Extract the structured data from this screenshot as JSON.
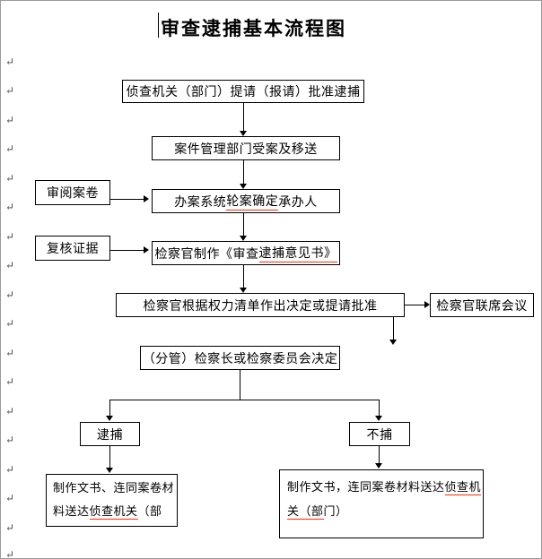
{
  "page": {
    "title": "审查逮捕基本流程图",
    "paragraph_mark": "↵"
  },
  "colors": {
    "box_border": "#000000",
    "spellcheck_underline": "#ff2a00",
    "page_border": "#9a9a9a"
  },
  "flow": {
    "box1": {
      "text": "侦查机关（部门）提请（报请）批准逮捕"
    },
    "box2": {
      "text": "案件管理部门受案及移送"
    },
    "box3": {
      "pre": "办案系统",
      "flagged": "轮案确定",
      "post": "承办人"
    },
    "box4": {
      "pre": "检察官制作《审查",
      "flagged": "逮捕意见书》"
    },
    "box5": {
      "text": "检察官根据权力清单作出决定或提请批准"
    },
    "meeting": {
      "text": "检察官联席会议"
    },
    "box6": {
      "text": "（分管）检察长或检察委员会决定"
    },
    "review": {
      "text": "审阅案卷"
    },
    "verify": {
      "text": "复核证据"
    },
    "arrest": {
      "text": "逮捕"
    },
    "no_arrest": {
      "text": "不捕"
    },
    "bottom_left": {
      "line1": "制作文书、连同案卷材",
      "line2_pre": "料送达",
      "line2_flagged": "侦查机关",
      "line2_post": "（部"
    },
    "bottom_right": {
      "line1_pre": "制作文书，连同案卷材料送达",
      "line1_flagged": "侦查机",
      "line2_flagged": "关（部",
      "line2_post": "门）"
    }
  }
}
